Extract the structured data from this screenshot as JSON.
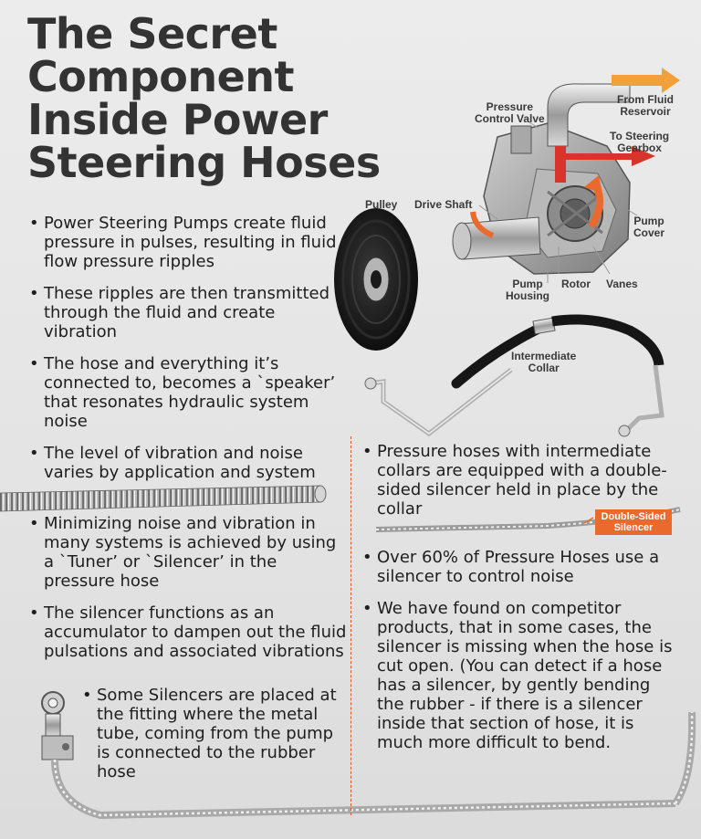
{
  "title": "The Secret Component\nInside Power\nSteering Hoses",
  "left_bullets_top": [
    "Power Steering Pumps create fluid pressure in pulses, resulting in fluid flow pressure ripples",
    "These ripples are then transmitted through the fluid and create vibration",
    "The hose and everything it’s connected to, becomes a `speaker’ that resonates hydraulic system noise",
    "The level of vibration and noise varies by application and system"
  ],
  "left_bullets_mid": [
    "Minimizing noise and vibration in many systems is achieved by using a `Tuner’ or `Silencer’ in the pressure hose",
    "The silencer functions as an accumulator to dampen out the fluid pulsations and associated vibrations"
  ],
  "left_bullets_bottom": [
    "Some Silencers are placed at the fitting where the metal tube, coming from the pump is connected to the rubber hose"
  ],
  "right_bullets_top": [
    "Pressure hoses with intermediate collars are equipped with a double-sided silencer held in place by the collar"
  ],
  "right_bullets_bottom": [
    "Over 60% of Pressure Hoses use a silencer to control noise",
    "We have found on competitor products, that in some cases, the silencer is missing when the hose is cut open. (You can detect if a hose has a silencer, by gently bending the rubber - if there is a silencer inside that section of hose, it is much more difficult to bend."
  ],
  "diagram_labels": {
    "pressure_control_valve": "Pressure\nControl Valve",
    "from_fluid_reservoir": "From Fluid\nReservoir",
    "to_steering_gearbox": "To Steering\nGearbox",
    "pulley": "Pulley",
    "drive_shaft": "Drive Shaft",
    "pump_cover": "Pump\nCover",
    "pump_housing": "Pump\nHousing",
    "rotor": "Rotor",
    "vanes": "Vanes",
    "intermediate_collar": "Intermediate\nCollar",
    "double_sided_silencer": "Double-Sided\nSilencer"
  },
  "colors": {
    "accent_orange": "#e96a2c",
    "arrow_red": "#d9342b",
    "title_gray": "#333333"
  }
}
